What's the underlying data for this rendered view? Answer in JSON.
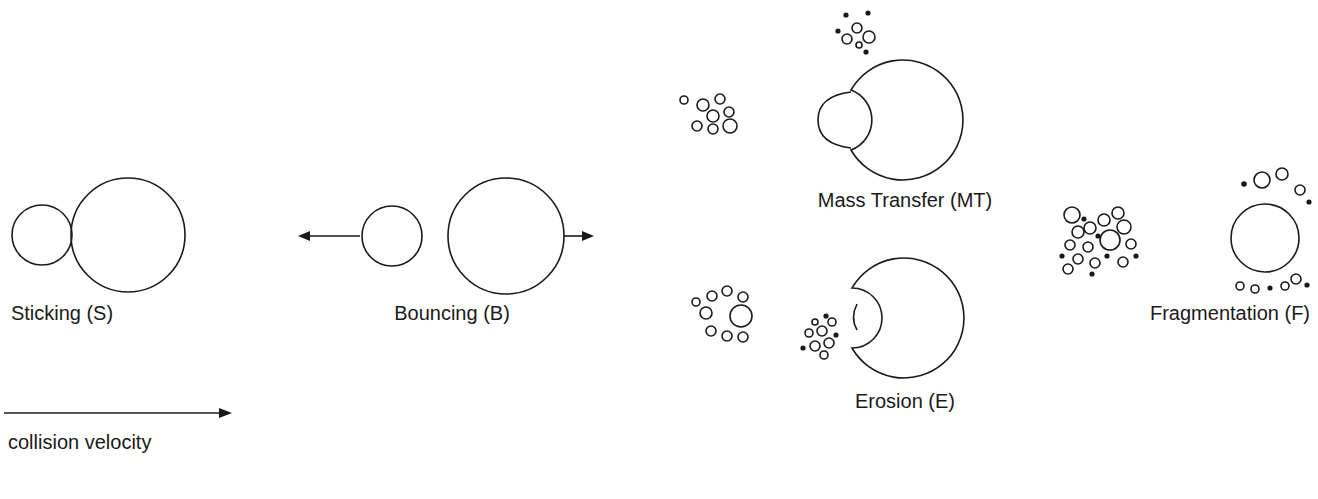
{
  "diagram": {
    "labels": [
      "Sticking (S)",
      "Bouncing (B)",
      "Mass Transfer (MT)",
      "Erosion (E)",
      "Fragmentation (F)",
      "collision velocity"
    ]
  }
}
